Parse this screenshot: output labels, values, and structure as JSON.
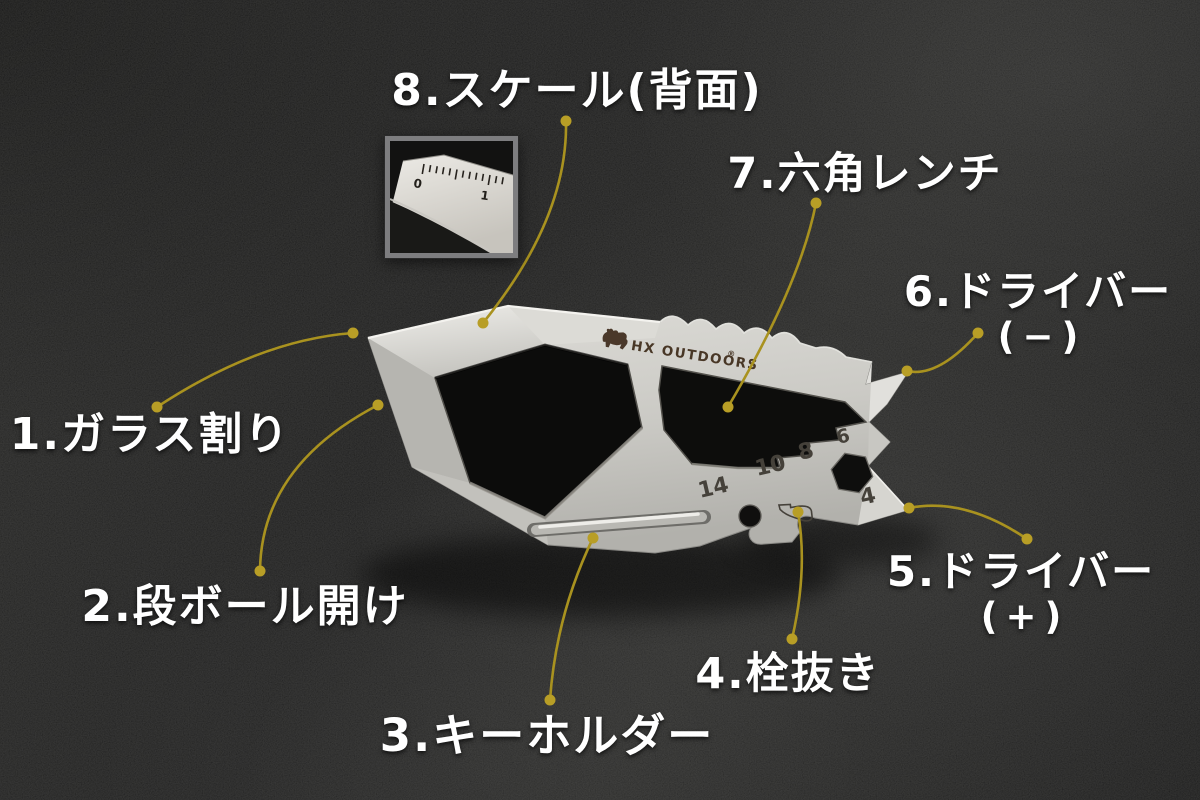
{
  "labels": [
    {
      "text": "1.ガラス割り"
    },
    {
      "text": "2.段ボール開け"
    },
    {
      "text": "3.キーホルダー"
    },
    {
      "text": "4.栓抜き"
    },
    {
      "line1": "5.ドライバー",
      "line2": "(+)"
    },
    {
      "line1": "6.ドライバー",
      "line2": "(−)"
    },
    {
      "text": "7.六角レンチ"
    },
    {
      "text": "8.スケール(背面)"
    }
  ],
  "product": {
    "brand": "HX OUTDOORS",
    "reg_mark": "®",
    "wrench_sizes": [
      "14",
      "10",
      "8",
      "6",
      "4"
    ],
    "ruler_tick_labels": [
      "0",
      "1"
    ],
    "etched_icons": [
      "bull-logo",
      "bottle-icon"
    ]
  },
  "colors": {
    "background": "#151514",
    "leader_line": "#a9921f",
    "leader_dot": "#b89e26",
    "label_text": "#ffffff",
    "metal_light": "#e8e7e3",
    "metal_mid": "#cfcec9",
    "metal_dark": "#a3a29e",
    "engraving": "#45413a"
  }
}
